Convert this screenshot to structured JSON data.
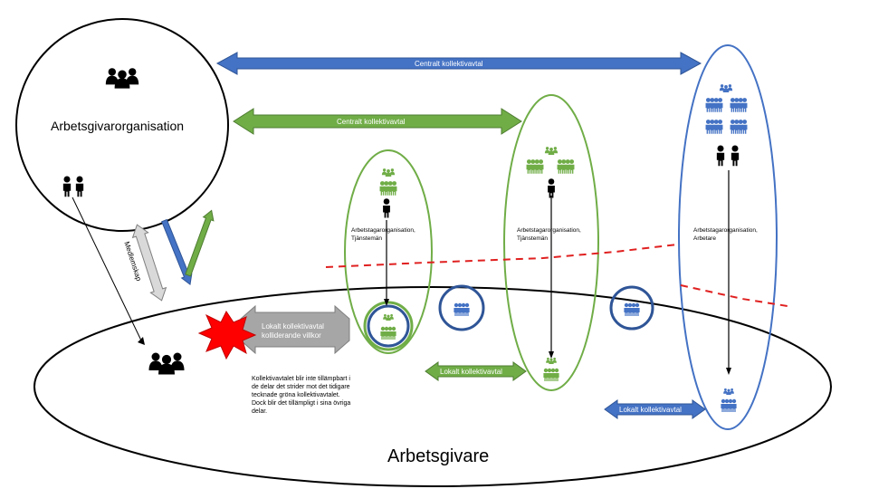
{
  "employer_org": {
    "label": "Arbetsgivarorganisation"
  },
  "employer": {
    "label": "Arbetsgivare"
  },
  "agreements": {
    "central_top": "Centralt kollektivavtal",
    "central_green": "Centralt kollektivavtal",
    "local_green": "Lokalt kollektivavtal",
    "local_blue": "Lokalt kollektivavtal",
    "conflicting": "Lokalt kollektivavtal\nkolliderande villkor"
  },
  "membership": {
    "label": "Medlemskap"
  },
  "unions": [
    {
      "label": "Arbetstagarorganisation,\nTjänstemän"
    },
    {
      "label": "Arbetstagarorganisation,\nTjänstemän"
    },
    {
      "label": "Arbetstagarorganisation,\nArbetare"
    }
  ],
  "note": {
    "text": "Kollektivavtalet blir inte tillämpbart i de delar det strider mot det tidigare tecknade gröna kollektivavtalet. Dock blir det tillämpligt i sina övriga delar."
  },
  "colors": {
    "blue": "#4472c4",
    "green": "#70ad47",
    "dark_blue": "#2f5597",
    "red": "#e02020",
    "gray": "#a6a6a6"
  }
}
